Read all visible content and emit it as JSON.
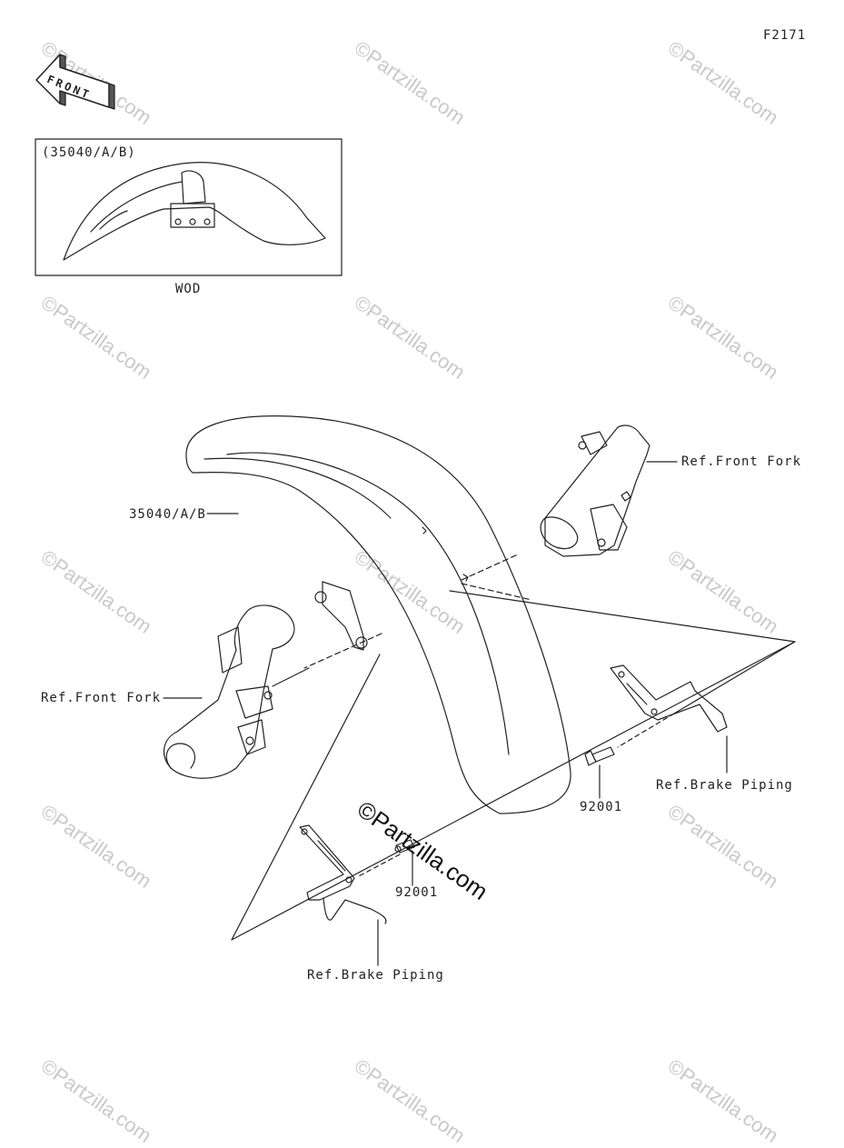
{
  "diagram_code": "F2171",
  "front_arrow_label": "FRONT",
  "inset": {
    "part_label": "(35040/A/B)",
    "variant_label": "WOD"
  },
  "labels": {
    "fender_part": "35040/A/B",
    "ref_front_fork_right": "Ref.Front Fork",
    "ref_front_fork_left": "Ref.Front Fork",
    "ref_brake_piping_right": "Ref.Brake Piping",
    "ref_brake_piping_bottom": "Ref.Brake Piping",
    "bolt_right": "92001",
    "bolt_left": "92001"
  },
  "watermark": {
    "text": "©Partzilla.com",
    "prominent": "©Partzilla.com"
  }
}
